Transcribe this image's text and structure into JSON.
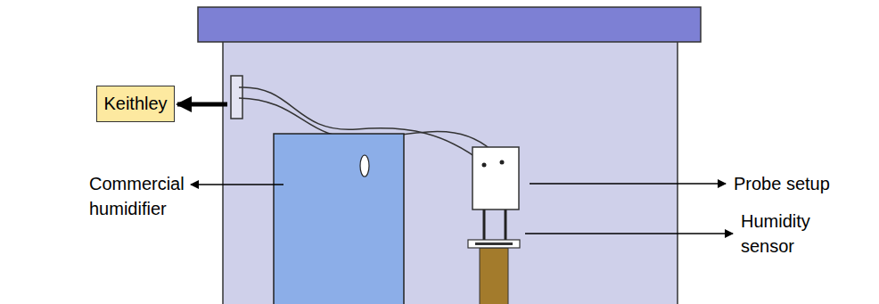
{
  "diagram": {
    "nodes": [
      {
        "text": [
          "Keithley"
        ]
      }
    ],
    "labels": [
      "Commercial humidifier",
      "Probe setup",
      "Humidity sensor"
    ]
  }
}
